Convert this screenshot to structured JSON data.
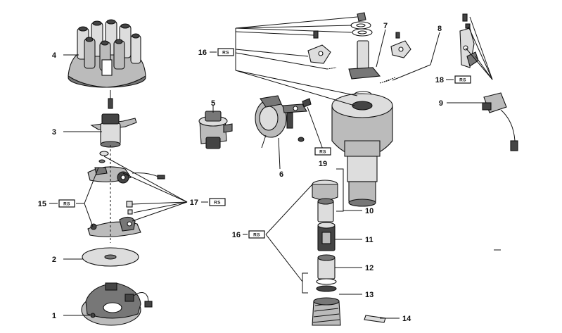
{
  "callouts": {
    "c1": "1",
    "c2": "2",
    "c3": "3",
    "c4": "4",
    "c5": "5",
    "c6": "6",
    "c7": "7",
    "c8": "8",
    "c9": "9",
    "c10": "10",
    "c11": "11",
    "c12": "12",
    "c13": "13",
    "c14": "14",
    "c15": "15",
    "c16a": "16",
    "c16b": "16",
    "c17": "17",
    "c18": "18",
    "c19": "19"
  },
  "rs_label": "RS",
  "colors": {
    "ink": "#111111",
    "paper": "#ffffff"
  },
  "icons": [
    "distributor-cap",
    "rotor",
    "vacuum-advance-unit",
    "condenser",
    "breaker-plate",
    "drive-gear",
    "distributor-housing"
  ]
}
